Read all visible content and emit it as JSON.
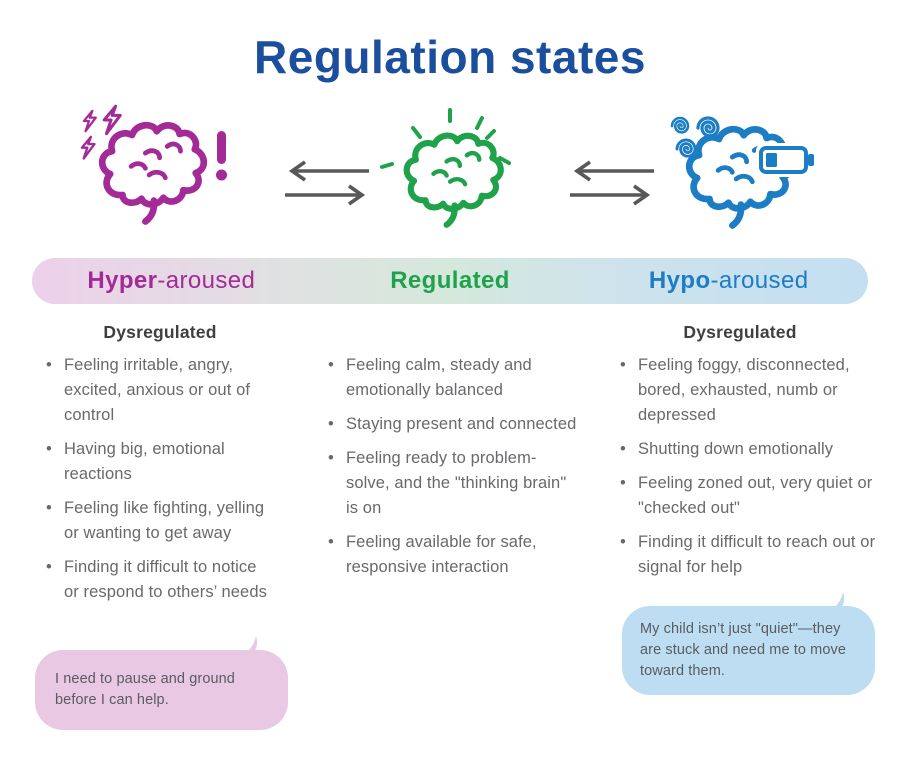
{
  "title": "Regulation states",
  "colors": {
    "title_blue": "#1B4F9E",
    "hyper_magenta": "#A32A97",
    "regulated_green": "#1FA24A",
    "hypo_blue": "#1C7CC4",
    "arrow_gray": "#58585A",
    "body_gray": "#68696C",
    "subheading_gray": "#404042",
    "banner_gradient": [
      "#EDD0E9",
      "#D5E8DC",
      "#C3DFF2"
    ],
    "bubble_pink": "#E9C8E4",
    "bubble_blue": "#BDDEF2"
  },
  "icons": {
    "hyper": [
      "lightning-bolts-icon",
      "stressed-brain-icon",
      "exclamation-icon"
    ],
    "regulated": [
      "shine-rays-icon",
      "calm-brain-icon"
    ],
    "hypo": [
      "dizzy-spirals-icon",
      "tired-brain-icon",
      "low-battery-icon"
    ],
    "between": "bidirectional-arrows-icon"
  },
  "states": [
    {
      "name": "hyper-aroused",
      "label_bold": "Hyper",
      "label_rest": "-aroused",
      "subheading": "Dysregulated",
      "bullets": [
        "Feeling irritable, angry, excited, anxious or out of control",
        "Having big, emotional reactions",
        "Feeling like fighting, yelling or wanting to get away",
        "Finding it difficult to notice or respond to others’ needs"
      ],
      "speech_bubble": "I need to pause and ground before I can help."
    },
    {
      "name": "regulated",
      "label_bold": "Regulated",
      "label_rest": "",
      "subheading": "",
      "bullets": [
        "Feeling calm, steady and emotionally balanced",
        "Staying present and connected",
        "Feeling ready to problem-solve, and the \"thinking brain\" is on",
        "Feeling available for safe, responsive interaction"
      ]
    },
    {
      "name": "hypo-aroused",
      "label_bold": "Hypo",
      "label_rest": "-aroused",
      "subheading": "Dysregulated",
      "bullets": [
        "Feeling foggy, disconnected, bored, exhausted, numb or depressed",
        "Shutting down emotionally",
        "Feeling zoned out, very quiet or \"checked out\"",
        "Finding it difficult to reach out or signal for help"
      ],
      "speech_bubble": "My child isn’t just \"quiet\"—they are stuck and need me to move toward them."
    }
  ]
}
